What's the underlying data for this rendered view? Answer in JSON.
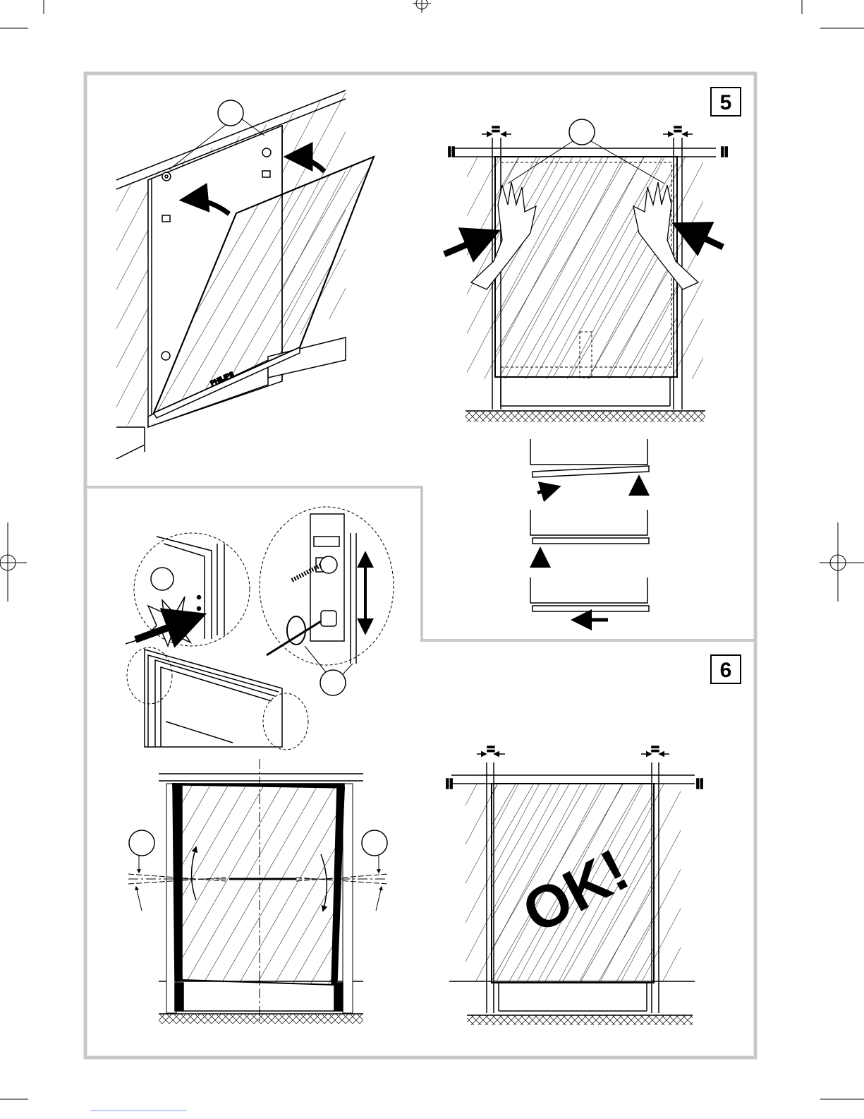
{
  "steps": {
    "step5": "5",
    "step6": "6"
  },
  "markers": {
    "equal": "=",
    "parallel": "II"
  },
  "stamp": "OK!",
  "brand_label": "PHILIPS",
  "colors": {
    "frame": "#c8c8c8",
    "ink": "#000000",
    "background": "#ffffff"
  },
  "icons": [
    "arrow-icon",
    "hand-icon",
    "screwdriver-icon",
    "rotation-arrow-icon",
    "spark-icon",
    "crop-mark-icon"
  ]
}
